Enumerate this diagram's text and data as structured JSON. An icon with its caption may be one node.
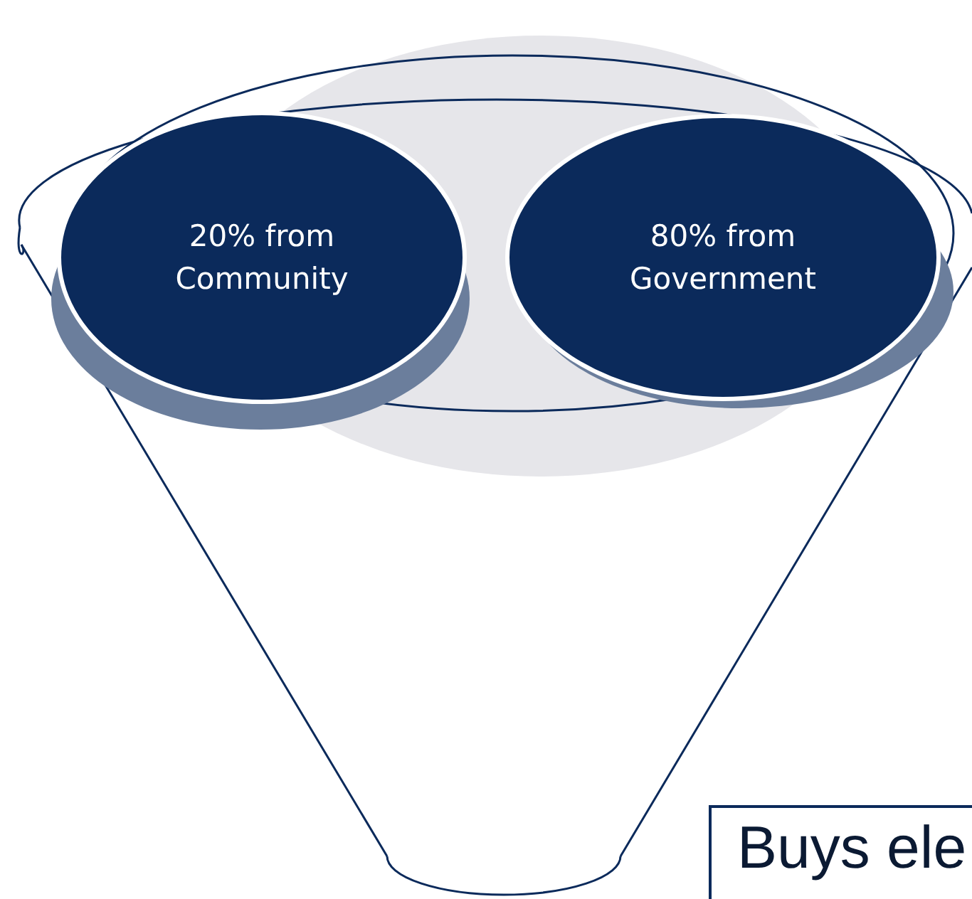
{
  "diagram": {
    "nodes": [
      {
        "text": [
          "20% from Community"
        ]
      },
      {
        "text": [
          "80% from Government"
        ]
      },
      {
        "text": [
          "Buys ele"
        ]
      }
    ],
    "edges": []
  }
}
